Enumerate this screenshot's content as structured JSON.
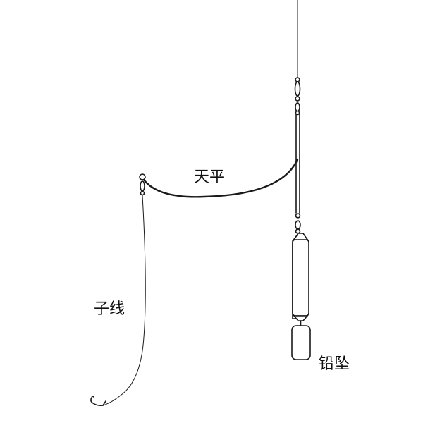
{
  "labels": {
    "balance": "天平",
    "leader_line": "子线",
    "sinker": "铅坠"
  },
  "colors": {
    "background": "#ffffff",
    "line": "#1a1a1a"
  },
  "icons": {
    "swivel": "barrel-swivel-icon",
    "hook": "fishing-hook-icon",
    "sinker": "lead-sinker-icon"
  }
}
